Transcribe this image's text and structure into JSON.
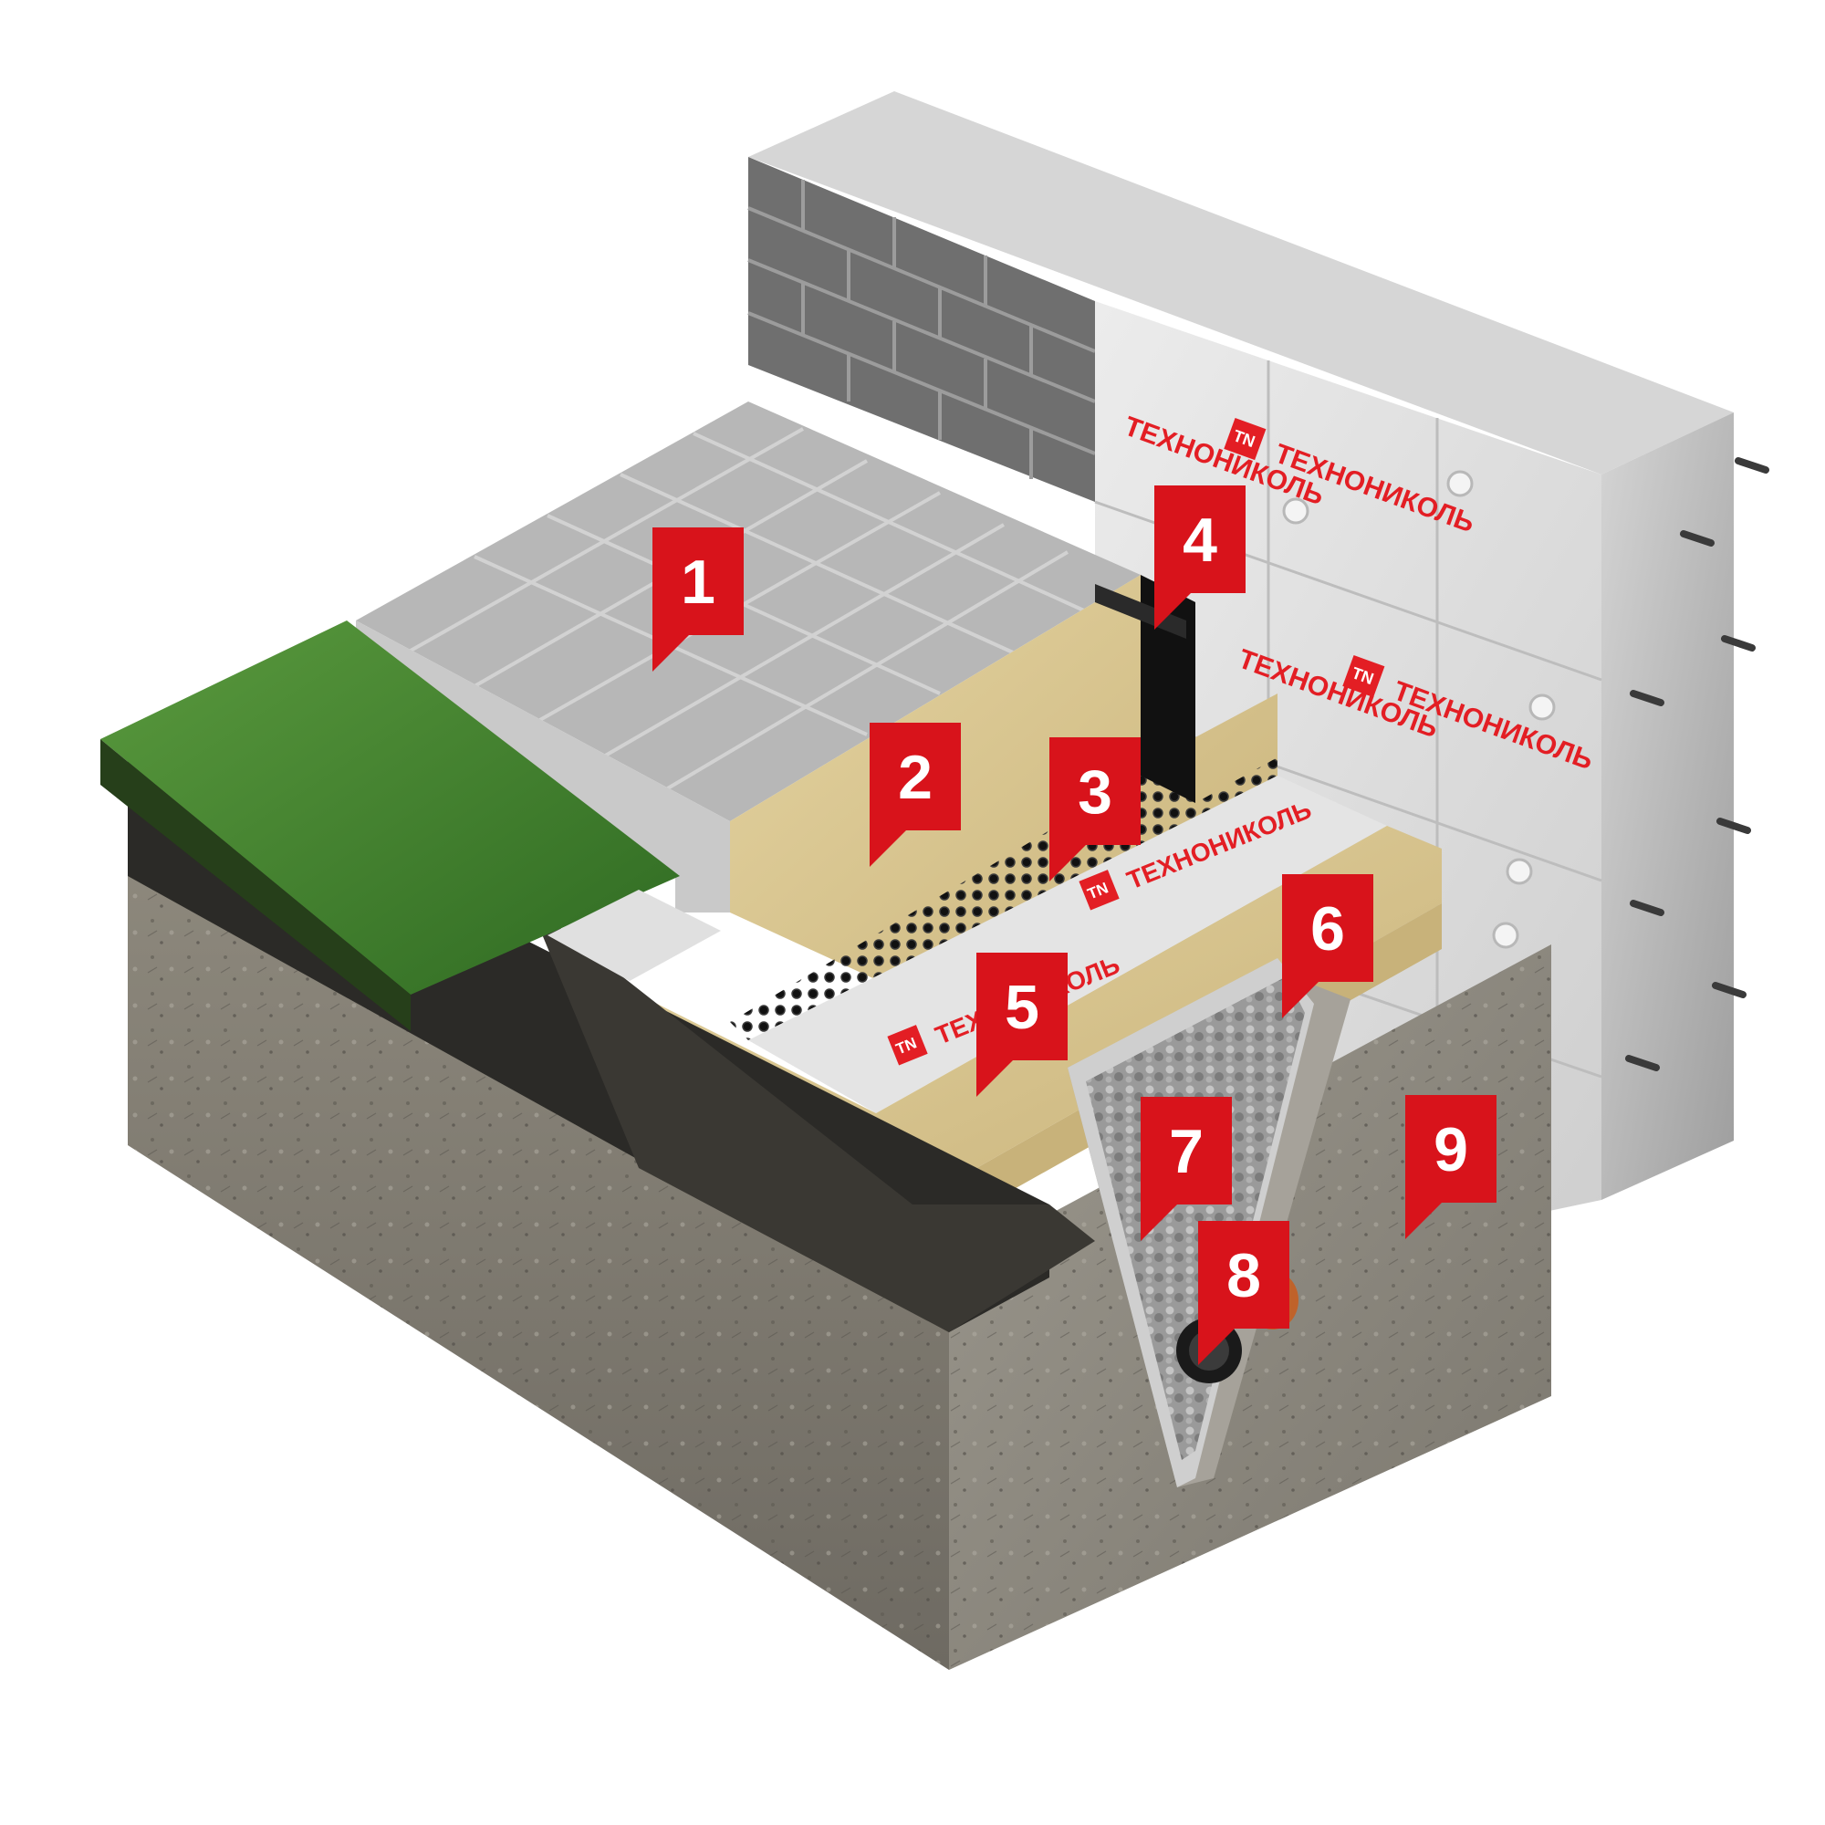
{
  "brand": {
    "text": "ТЕХНОНИКОЛЬ",
    "logo_mark": "TN",
    "color": "#e31e24"
  },
  "markers": [
    {
      "id": "marker-1",
      "label": "1"
    },
    {
      "id": "marker-2",
      "label": "2"
    },
    {
      "id": "marker-3",
      "label": "3"
    },
    {
      "id": "marker-4",
      "label": "4"
    },
    {
      "id": "marker-5",
      "label": "5"
    },
    {
      "id": "marker-6",
      "label": "6"
    },
    {
      "id": "marker-7",
      "label": "7"
    },
    {
      "id": "marker-8",
      "label": "8"
    },
    {
      "id": "marker-9",
      "label": "9"
    }
  ],
  "colors": {
    "marker_red": "#d8131b",
    "concrete": "#c9c9c9",
    "insulation": "#e3e3e3",
    "brick": "#6f6f6f",
    "paver": "#b9b9b9",
    "sand": "#d9c48f",
    "soil_dark": "#2b2a27",
    "soil_light": "#8d8a80",
    "grass": "#3e7d2c",
    "membrane": "#1e1e1e",
    "pipe_orange": "#c0622a"
  }
}
